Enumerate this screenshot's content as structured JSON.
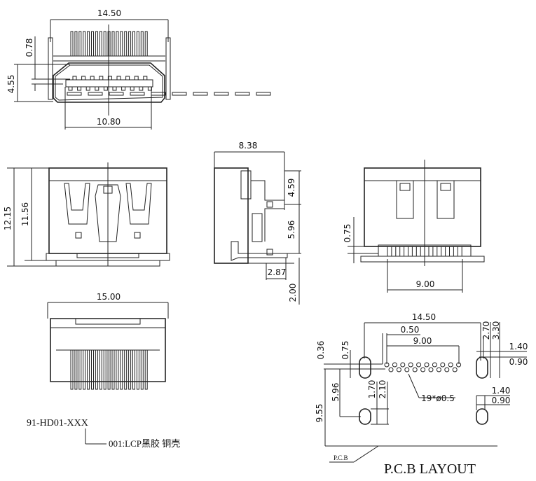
{
  "top_view": {
    "width": "14.50",
    "pin_height": "0.78",
    "height": "4.55",
    "inner_width": "10.80"
  },
  "front_view": {
    "overall_height": "12.15",
    "body_height": "11.56"
  },
  "side_view": {
    "depth": "8.38",
    "upper": "4.59",
    "lower": "5.96",
    "tail": "2.87",
    "drop": "2.00"
  },
  "rear_view": {
    "offset": "0.75",
    "pin_span": "9.00"
  },
  "bottom_view": {
    "width": "15.00"
  },
  "pcb": {
    "width": "14.50",
    "pitch": "0.50",
    "pin_span": "9.00",
    "row_offset": "0.36",
    "row_gap": "0.75",
    "slot_h1": "2.70",
    "slot_h2": "3.30",
    "slot_w1": "1.40",
    "slot_w2": "0.90",
    "rear_offset": "5.96",
    "depth": "9.55",
    "rear_slot_h1": "1.70",
    "rear_slot_h2": "2.10",
    "holes": "19*ø0.5",
    "rear_slot_w1": "1.40",
    "rear_slot_w2": "0.90",
    "pcb_label": "P.C.B",
    "title": "P.C.B LAYOUT"
  },
  "part": {
    "number": "91-HD01-XXX",
    "note": "001:LCP黑胶 铜壳"
  }
}
